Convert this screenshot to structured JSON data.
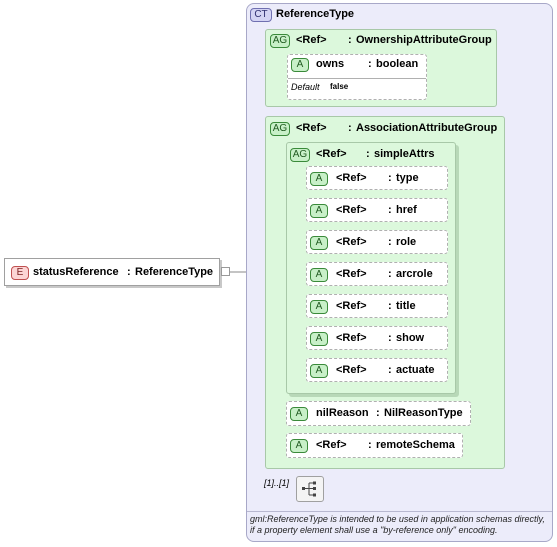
{
  "element": {
    "badge": "E",
    "name": "statusReference",
    "sep": ":",
    "type": "ReferenceType"
  },
  "complex_type": {
    "badge": "CT",
    "name": "ReferenceType",
    "ownership_group": {
      "badge": "AG",
      "ref": "<Ref>",
      "sep": ":",
      "name": "OwnershipAttributeGroup",
      "attribute": {
        "badge": "A",
        "name": "owns",
        "sep": ":",
        "type": "boolean"
      },
      "default_label": "Default",
      "default_value": "false"
    },
    "association_group": {
      "badge": "AG",
      "ref": "<Ref>",
      "sep": ":",
      "name": "AssociationAttributeGroup",
      "simple_attrs": {
        "badge": "AG",
        "ref": "<Ref>",
        "sep": ":",
        "name": "simpleAttrs",
        "attributes": [
          {
            "badge": "A",
            "ref": "<Ref>",
            "sep": ":",
            "name": "type"
          },
          {
            "badge": "A",
            "ref": "<Ref>",
            "sep": ":",
            "name": "href"
          },
          {
            "badge": "A",
            "ref": "<Ref>",
            "sep": ":",
            "name": "role"
          },
          {
            "badge": "A",
            "ref": "<Ref>",
            "sep": ":",
            "name": "arcrole"
          },
          {
            "badge": "A",
            "ref": "<Ref>",
            "sep": ":",
            "name": "title"
          },
          {
            "badge": "A",
            "ref": "<Ref>",
            "sep": ":",
            "name": "show"
          },
          {
            "badge": "A",
            "ref": "<Ref>",
            "sep": ":",
            "name": "actuate"
          }
        ]
      },
      "nil_reason": {
        "badge": "A",
        "name": "nilReason",
        "sep": ":",
        "type": "NilReasonType"
      },
      "remote_schema": {
        "badge": "A",
        "ref": "<Ref>",
        "sep": ":",
        "name": "remoteSchema"
      }
    },
    "cardinality": "[1]..[1]",
    "sequence_icon": "sequence-compositor-icon",
    "documentation": "gml:ReferenceType is intended to be used in application schemas directly, if a property element shall use a \"by-reference only\" encoding."
  }
}
